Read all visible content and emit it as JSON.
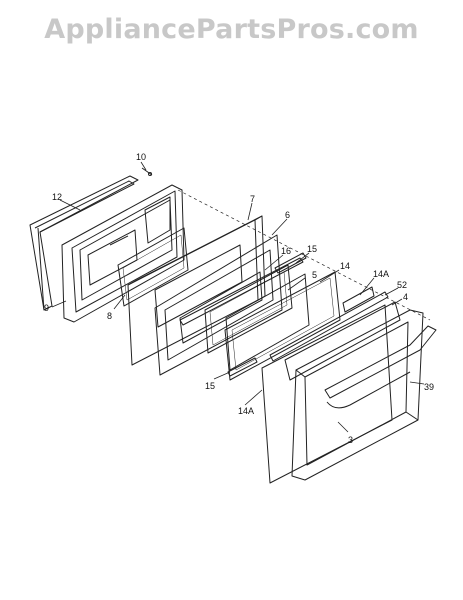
{
  "watermark": "AppliancePartsPros.com",
  "diagram": {
    "callouts": [
      {
        "id": "c10",
        "label": "10"
      },
      {
        "id": "c12",
        "label": "12"
      },
      {
        "id": "c7",
        "label": "7"
      },
      {
        "id": "c6",
        "label": "6"
      },
      {
        "id": "c16",
        "label": "16"
      },
      {
        "id": "c15a",
        "label": "15"
      },
      {
        "id": "c14a",
        "label": "14"
      },
      {
        "id": "c14A_top",
        "label": "14A"
      },
      {
        "id": "c5",
        "label": "5"
      },
      {
        "id": "c52",
        "label": "52"
      },
      {
        "id": "c4",
        "label": "4"
      },
      {
        "id": "c9",
        "label": "9"
      },
      {
        "id": "c8",
        "label": "8"
      },
      {
        "id": "c15b",
        "label": "15"
      },
      {
        "id": "c14A_bottom",
        "label": "14A"
      },
      {
        "id": "c39",
        "label": "39"
      },
      {
        "id": "c3",
        "label": "3"
      }
    ]
  }
}
